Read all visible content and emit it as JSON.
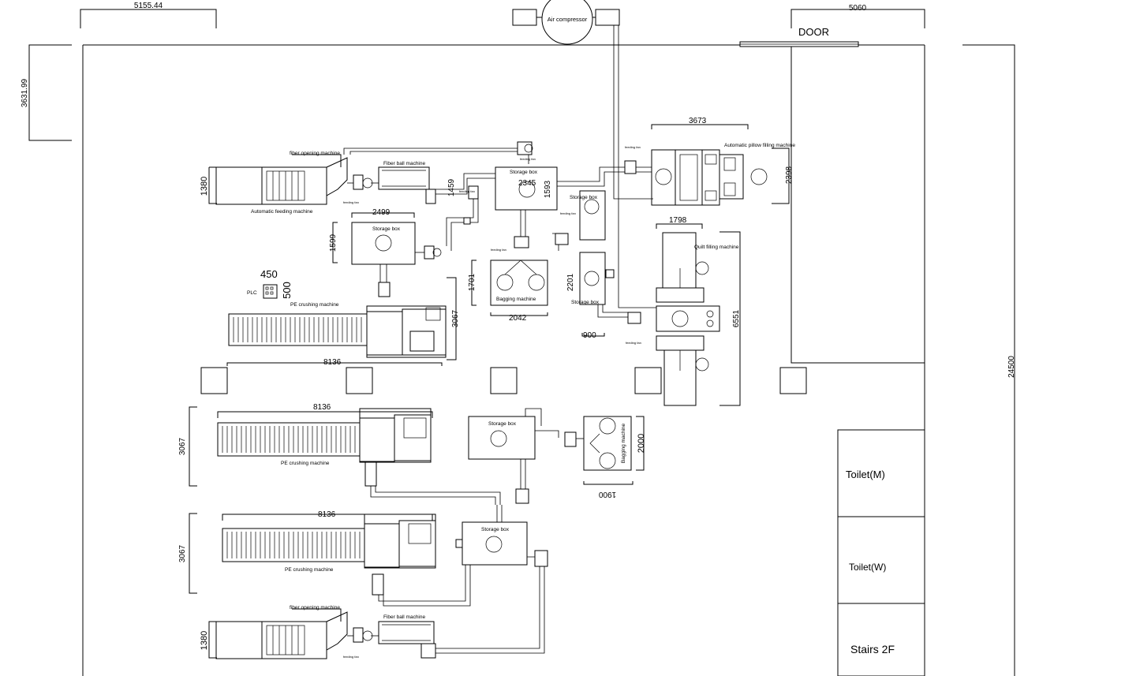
{
  "dimensions": {
    "top_left_width": "5155.44",
    "top_right_width": "5060",
    "left_height": "3631.99",
    "right_total_height": "24500",
    "pillow_width": "3673",
    "pillow_height": "2398",
    "storage_top_width": "2345",
    "storage_top_height": "1593",
    "pipe_height": "1459",
    "storage_left_width": "2499",
    "storage_left_height": "1599",
    "plc_width": "450",
    "plc_height": "500",
    "bagging_top_height": "1701",
    "bagging_top_width": "2042",
    "storage_mid_height": "2201",
    "storage_mid_width": "900",
    "quilt_width": "1798",
    "quilt_height": "6551",
    "pe1_length": "8136",
    "pe1_height": "3067",
    "pe2_length": "8136",
    "pe2_height": "3067",
    "pe3_length": "8136",
    "pe3_height": "3067",
    "bagging_right_height": "2000",
    "bagging_right_width": "1900",
    "feeder_top_height": "1380",
    "feeder_bottom_height": "1380"
  },
  "labels": {
    "air_compressor": "Air compressor",
    "door": "DOOR",
    "fiber_opening_top": "fiber opening machine",
    "fiber_ball_top": "Fiber ball machine",
    "automatic_feeding": "Automatic feeding machine",
    "storage_box": "Storage box",
    "feeding_fan": "feeding fan",
    "auto_pillow": "Automatic pillow filling machine",
    "bagging_machine": "Bagging machine",
    "quilt_filling": "Quilt filling machine",
    "plc": "PLC",
    "pe_crushing": "PE crushing machine",
    "toilet_m": "Toilet(M)",
    "toilet_w": "Toilet(W)",
    "stairs": "Stairs 2F",
    "fiber_opening_bottom": "fiber opening machine",
    "fiber_ball_bottom": "Fiber ball machine"
  }
}
